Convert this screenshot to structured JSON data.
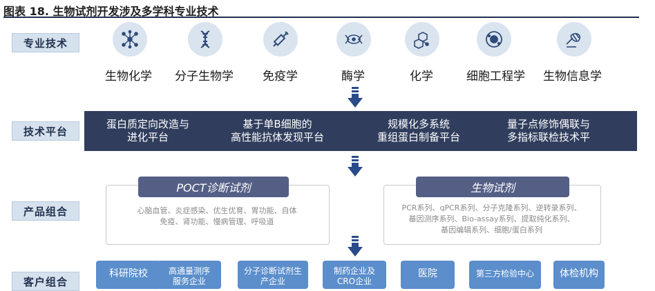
{
  "title": "图表 18. 生物试剂开发涉及多学科专业技术",
  "rows": {
    "tech": "专业技术",
    "platform": "技术平台",
    "product": "产品组合",
    "customer": "客户组合"
  },
  "technologies": [
    {
      "label": "生物化学",
      "icon": "molecule-network-icon"
    },
    {
      "label": "分子生物学",
      "icon": "dna-icon"
    },
    {
      "label": "免疫学",
      "icon": "syringe-icon"
    },
    {
      "label": "酶学",
      "icon": "enzyme-icon"
    },
    {
      "label": "化学",
      "icon": "chemical-structure-icon"
    },
    {
      "label": "细胞工程学",
      "icon": "cell-icon"
    },
    {
      "label": "生物信息学",
      "icon": "bioinformatics-icon"
    }
  ],
  "platforms": [
    {
      "line1": "蛋白质定向改造与",
      "line2": "进化平台"
    },
    {
      "line1": "基于单B细胞的",
      "line2": "高性能抗体发现平台"
    },
    {
      "line1": "规模化多系统",
      "line2": "重组蛋白制备平台"
    },
    {
      "line1": "量子点修饰偶联与",
      "line2": "多指标联检技术平"
    }
  ],
  "products": {
    "poct": {
      "header": "POCT诊断试剂",
      "line1": "心脑血管、炎症感染、优生优育、胃功能、自体",
      "line2": "免疫、肾功能、慢病管理、呼吸道"
    },
    "bio": {
      "header": "生物试剂",
      "line1": "PCR系列、qPCR系列、分子克隆系列、逆转录系列、",
      "line2": "基因测序系列、Bio-assay系列、提取纯化系列、",
      "line3": "基因编辑系列、细胞/蛋白系列"
    }
  },
  "customers": [
    {
      "line1": "科研院校",
      "line2": ""
    },
    {
      "line1": "高通量测序",
      "line2": "服务企业"
    },
    {
      "line1": "分子诊断试剂生",
      "line2": "产企业"
    },
    {
      "line1": "制药企业及",
      "line2": "CRO企业"
    },
    {
      "line1": "医院",
      "line2": ""
    },
    {
      "line1": "第三方检验中心",
      "line2": ""
    },
    {
      "line1": "体检机构",
      "line2": ""
    }
  ],
  "colors": {
    "navy": "#303d5d",
    "header": "#555f86",
    "customer": "#5b8ecb",
    "label_bg": "#d6e1ee"
  }
}
